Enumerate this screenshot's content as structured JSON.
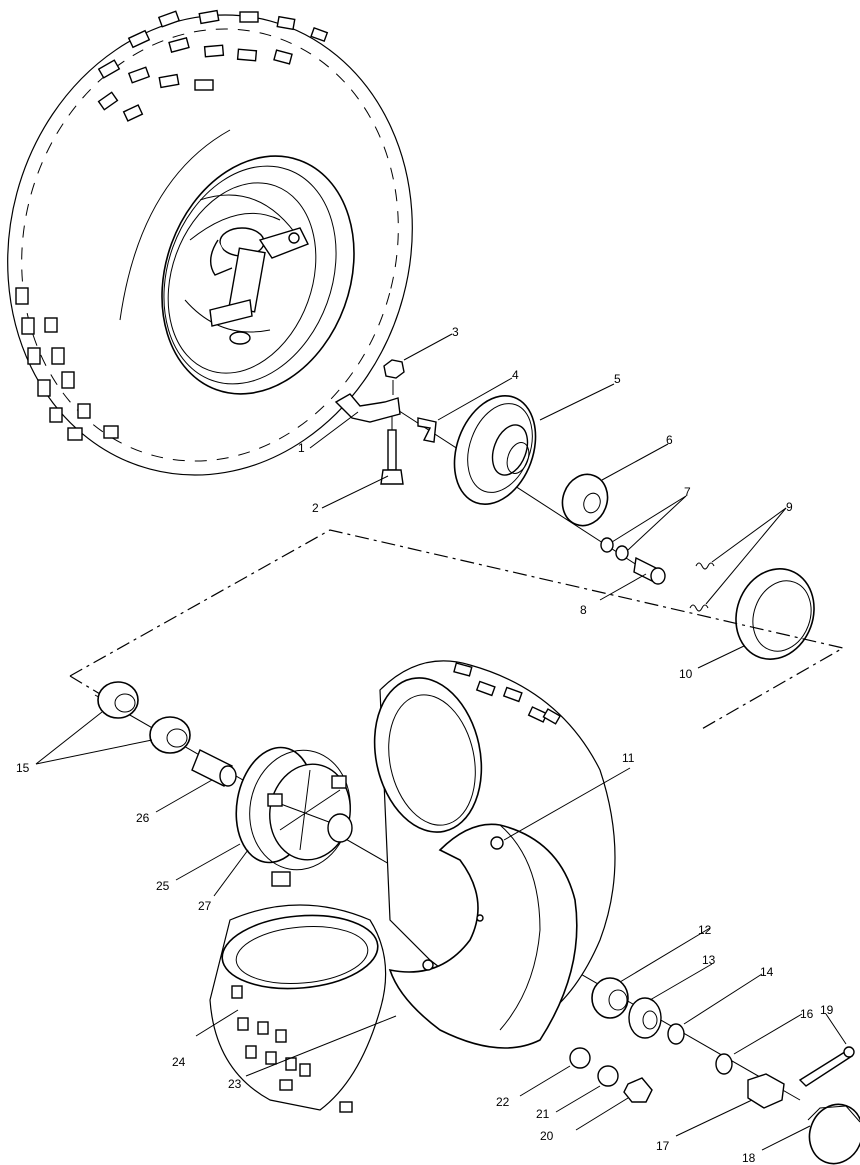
{
  "diagram": {
    "callouts": [
      {
        "id": "c1",
        "text": "1"
      },
      {
        "id": "c2",
        "text": "2"
      },
      {
        "id": "c3",
        "text": "3"
      },
      {
        "id": "c4",
        "text": "4"
      },
      {
        "id": "c5",
        "text": "5"
      },
      {
        "id": "c6",
        "text": "6"
      },
      {
        "id": "c7",
        "text": "7"
      },
      {
        "id": "c8",
        "text": "8"
      },
      {
        "id": "c9",
        "text": "9"
      },
      {
        "id": "c10",
        "text": "10"
      },
      {
        "id": "c11",
        "text": "11"
      },
      {
        "id": "c12",
        "text": "12"
      },
      {
        "id": "c13",
        "text": "13"
      },
      {
        "id": "c14",
        "text": "14"
      },
      {
        "id": "c15",
        "text": "15"
      },
      {
        "id": "c16",
        "text": "16"
      },
      {
        "id": "c17",
        "text": "17"
      },
      {
        "id": "c18",
        "text": "18"
      },
      {
        "id": "c19",
        "text": "19"
      },
      {
        "id": "c20",
        "text": "20"
      },
      {
        "id": "c21",
        "text": "21"
      },
      {
        "id": "c22",
        "text": "22"
      },
      {
        "id": "c23",
        "text": "23"
      },
      {
        "id": "c24",
        "text": "24"
      },
      {
        "id": "c25",
        "text": "25"
      },
      {
        "id": "c26",
        "text": "26"
      },
      {
        "id": "c27",
        "text": "27"
      }
    ]
  }
}
